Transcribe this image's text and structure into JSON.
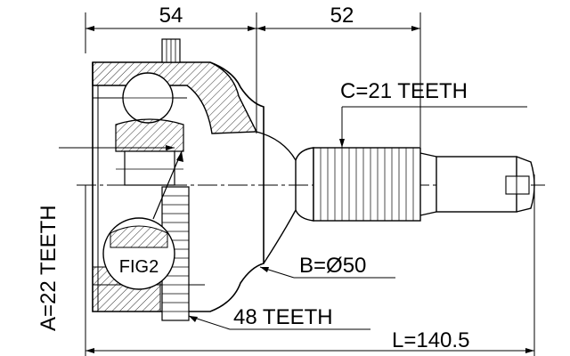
{
  "dimensions": {
    "top_left": "54",
    "top_right": "52",
    "overall_length": "L=140.5"
  },
  "callouts": {
    "spline_c": "C=21 TEETH",
    "spline_a": "A=22 TEETH",
    "diameter_b": "B=Ø50",
    "abs_ring": "48 TEETH",
    "figure_ref": "FIG2"
  }
}
